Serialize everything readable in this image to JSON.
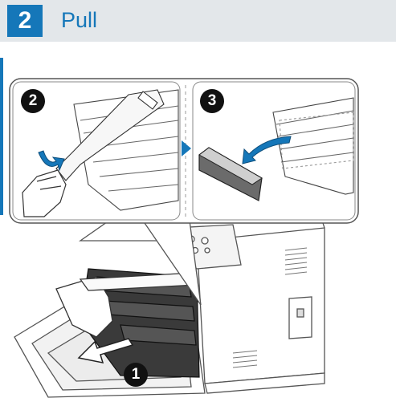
{
  "header": {
    "step_number": "2",
    "title": "Pull"
  },
  "callouts": {
    "one": "1",
    "two": "2",
    "three": "3"
  },
  "colors": {
    "accent": "#1577b9",
    "header_bg": "#e3e7ea"
  },
  "icons": {
    "arrow_pull": "arrow-left-icon",
    "arrow_curve": "curved-arrow-icon",
    "arrow_next": "triangle-right-icon"
  }
}
